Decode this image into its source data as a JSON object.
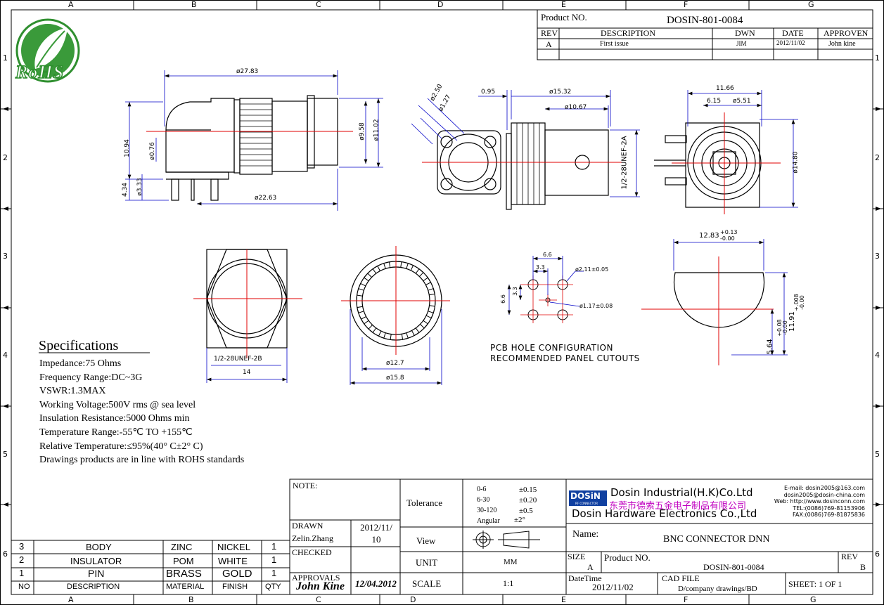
{
  "grid": {
    "cols": [
      "A",
      "B",
      "C",
      "D",
      "E",
      "F",
      "G"
    ],
    "rows": [
      "1",
      "2",
      "3",
      "4",
      "5",
      "6"
    ]
  },
  "logo": {
    "text": "RoHS"
  },
  "title_block_top": {
    "product_no_label": "Product NO.",
    "product_no": "DOSIN-801-0084",
    "headers": [
      "REV",
      "DESCRIPTION",
      "DWN",
      "DATE",
      "APPROVEN"
    ],
    "row": [
      "A",
      "First issue",
      "JIM",
      "2012/11/02",
      "John kine"
    ]
  },
  "dimensions": {
    "side_length": "ø27.83",
    "side_height": "10.94",
    "side_pin_dia": "ø0.76",
    "side_pin_len": "4.34",
    "side_pin_dia2": "ø3.33",
    "side_base": "ø22.63",
    "side_d1": "ø9.58",
    "side_d2": "ø11.02",
    "front_d1": "ø2.50",
    "front_d2": "ø1.27",
    "front_095": "0.95",
    "front_1532": "ø15.32",
    "front_1067": "ø10.67",
    "front_thread": "1/2-28UNEF-2A",
    "end_1166": "11.66",
    "end_615": "6.15",
    "end_551": "ø5.51",
    "end_1480": "ø14.80",
    "nut_thread": "1/2-28UNEF-2B",
    "nut_14": "14",
    "washer_127": "ø12.7",
    "washer_158": "ø15.8",
    "pcb_66": "6.6",
    "pcb_33": "3.3",
    "pcb_33v": "3.3",
    "pcb_66v": "6.6",
    "pcb_211": "ø2.11±0.05",
    "pcb_117": "ø1.17±0.08",
    "pcb_caption_1": "PCB HOLE CONFIGURATION",
    "pcb_caption_2": "RECOMMENDED PANEL CUTOUTS",
    "cut_1283": "12.83",
    "cut_1283_tol_up": "+0.13",
    "cut_1283_tol_dn": "-0.00",
    "cut_1191": "11.91",
    "cut_1191_tol_up": "+.008",
    "cut_1191_tol_dn": "-0.00",
    "cut_564": "5.64",
    "cut_564_tol_up": "+0.08",
    "cut_564_tol_dn": "-0.00"
  },
  "specifications": {
    "title": "Specifications",
    "lines": [
      "Impedance:75 Ohms",
      "Frequency Range:DC~3G",
      "VSWR:1.3MAX",
      "Working Voltage:500V rms @ sea level",
      "Insulation Resistance:5000 Ohms min",
      "Temperature Range:-55℃ TO +155℃",
      "Relative Temperature:≤95%(40° C±2° C)",
      "Drawings products are in line with ROHS standards"
    ]
  },
  "bom": {
    "rows": [
      [
        "3",
        "BODY",
        "ZINC",
        "NICKEL",
        "1"
      ],
      [
        "2",
        "INSULATOR",
        "POM",
        "WHITE",
        "1"
      ],
      [
        "1",
        "PIN",
        "BRASS",
        "GOLD",
        "1"
      ]
    ],
    "header": [
      "NO",
      "DESCRIPTION",
      "MATERIAL",
      "FINISH",
      "QTY"
    ]
  },
  "title_block": {
    "note_label": "NOTE:",
    "drawn_label": "DRAWN",
    "drawn_name": "Zelin.Zhang",
    "drawn_date": "2012/11/ 10",
    "checked_label": "CHECKED",
    "approvals_label": "APPROVALS",
    "approvals_sign": "John Kine",
    "approvals_date": "12/04.2012",
    "tolerance_label": "Tolerance",
    "tol_rows": [
      [
        "0-6",
        "±0.15"
      ],
      [
        "6-30",
        "±0.20"
      ],
      [
        "30-120",
        "±0.5"
      ],
      [
        "Angular",
        "±2°"
      ]
    ],
    "view_label": "View",
    "unit_label": "UNIT",
    "unit_value": "MM",
    "scale_label": "SCALE",
    "scale_value": "1:1",
    "company_logo": "DOSiN",
    "company_logo_sub": "RF CONNECTOR",
    "company_en": "Dosin Industrial(H.K)Co.Ltd",
    "company_cn": "东莞市德索五金电子制品有限公司",
    "company_en2": "Dosin Hardware Electronics Co.,Ltd",
    "contact": [
      "E-mail: dosin2005@163.com",
      "dosin2005@dosin-china.com",
      "Web: http://www.dosinconn.com",
      "TEL:(0086)769-81153906",
      "FAX:(0086)769-81875836"
    ],
    "name_label": "Name:",
    "name_value": "BNC CONNECTOR DNN",
    "size_label": "SIZE",
    "size_value": "A",
    "product_no_label": "Product NO.",
    "product_no": "DOSIN-801-0084",
    "rev_label": "REV",
    "rev_value": "B",
    "datetime_label": "DateTime",
    "datetime_value": "2012/11/02",
    "cad_label": "CAD FILE",
    "cad_value": "D/company drawings/BD",
    "sheet": "SHEET: 1 OF 1"
  },
  "colors": {
    "centerline": "#e00000",
    "dimension": "#0000c8",
    "line": "#000000",
    "logo_green": "#2f8f2f",
    "company_blue": "#1040a0",
    "company_cn": "#c000c0"
  }
}
